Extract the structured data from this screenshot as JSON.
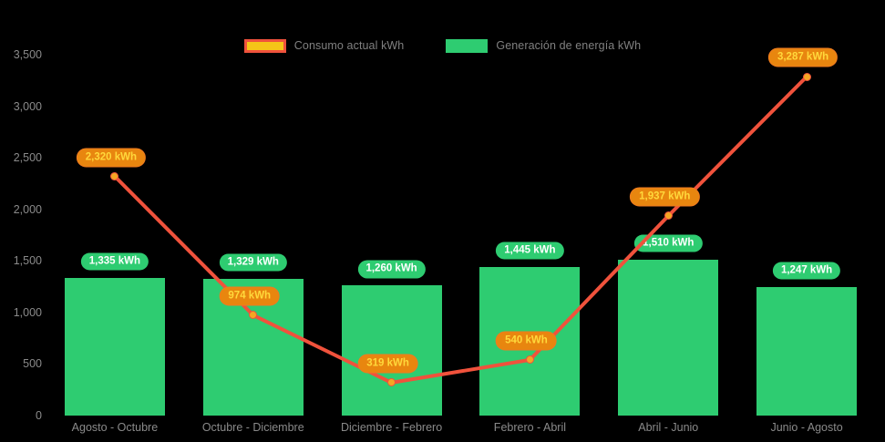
{
  "chart_data": {
    "type": "bar",
    "title": "",
    "subtitle": "",
    "xlabel": "",
    "ylabel": "",
    "ylim": [
      0,
      3500
    ],
    "yticks": [
      "0",
      "500",
      "1,000",
      "1,500",
      "2,000",
      "2,500",
      "3,000",
      "3,500"
    ],
    "ytick_values": [
      0,
      500,
      1000,
      1500,
      2000,
      2500,
      3000,
      3500
    ],
    "grid": false,
    "legend_position": "top-center",
    "categories": [
      "Agosto - Octubre",
      "Octubre - Diciembre",
      "Diciembre - Febrero",
      "Febrero - Abril",
      "Abril - Junio",
      "Junio - Agosto"
    ],
    "series": [
      {
        "name": "Generación de energía kWh",
        "type": "bar",
        "color": "#2ecc71",
        "values": [
          1335,
          1329,
          1260,
          1445,
          1510,
          1247
        ],
        "labels": [
          "1,335 kWh",
          "1,329 kWh",
          "1,260 kWh",
          "1,445 kWh",
          "1,510 kWh",
          "1,247 kWh"
        ]
      },
      {
        "name": "Consumo actual kWh",
        "type": "line",
        "color": "#f0523c",
        "marker_color": "#f5a623",
        "values": [
          2320,
          974,
          319,
          540,
          1937,
          3287
        ],
        "labels": [
          "2,320 kWh",
          "974 kWh",
          "319 kWh",
          "540 kWh",
          "1,937 kWh",
          "3,287 kWh"
        ]
      }
    ]
  },
  "legend": {
    "items": [
      {
        "label": "Consumo actual kWh",
        "swatch": "consumo"
      },
      {
        "label": "Generación de energía kWh",
        "swatch": "generacion"
      }
    ]
  },
  "colors": {
    "background": "#000000",
    "bar": "#2ecc71",
    "line": "#f0523c",
    "marker": "#f5a623",
    "line_label_bg": "#e8860f",
    "line_label_text": "#ffd83b",
    "axis_text": "#8a8a8a",
    "legend_text": "#808080"
  }
}
